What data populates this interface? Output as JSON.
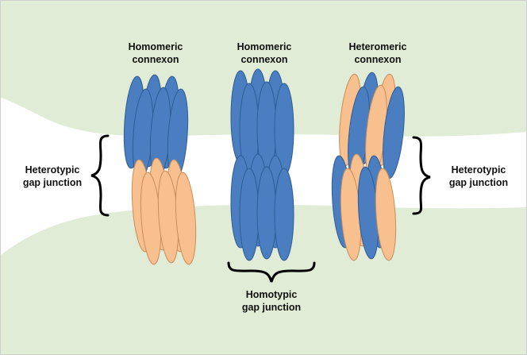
{
  "labels": {
    "homomeric_left": "Homomeric\nconnexon",
    "homomeric_middle": "Homomeric\nconnexon",
    "heteromeric_right": "Heteromeric\nconnexon",
    "heterotypic_left": "Heterotypic\ngap junction",
    "heterotypic_right": "Heterotypic\ngap junction",
    "homotypic_bottom": "Homotypic\ngap junction"
  },
  "colors": {
    "cell": "#e1ecd7",
    "blue": "#4a7ec1",
    "blue_stroke": "#2f5d94",
    "orange": "#f9c08f",
    "orange_stroke": "#c98d5a",
    "brace": "#000000"
  },
  "subunit_colors": {
    "left_top": [
      "blue",
      "blue",
      "blue",
      "blue",
      "blue",
      "blue"
    ],
    "left_bottom": [
      "orange",
      "orange",
      "orange",
      "orange",
      "orange",
      "orange"
    ],
    "middle_top": [
      "blue",
      "blue",
      "blue",
      "blue",
      "blue",
      "blue"
    ],
    "middle_bottom": [
      "blue",
      "blue",
      "blue",
      "blue",
      "blue",
      "blue"
    ],
    "right_top": [
      "orange",
      "blue",
      "orange",
      "blue",
      "orange",
      "blue"
    ],
    "right_bottom": [
      "blue",
      "orange",
      "blue",
      "orange",
      "blue",
      "orange"
    ]
  }
}
